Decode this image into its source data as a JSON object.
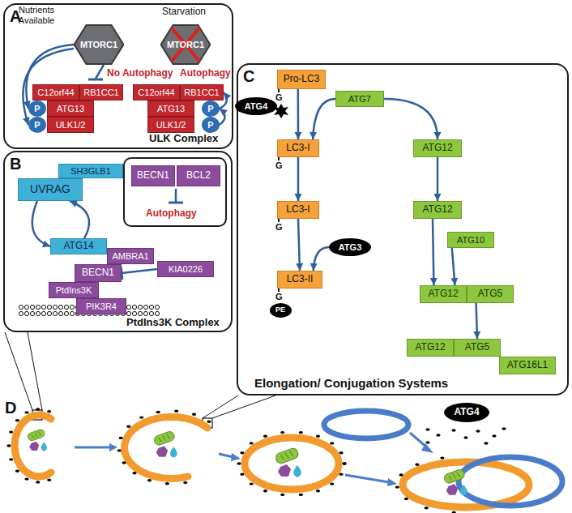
{
  "diagram": {
    "nodes": [
      {
        "text": [
          "A",
          "ULK Complex"
        ]
      },
      {
        "text": [
          "MTORC1"
        ],
        "in": 0
      },
      {
        "text": [
          "MTORC1"
        ],
        "in": 0
      },
      {
        "text": [
          "C12orf44"
        ],
        "in": 0
      },
      {
        "text": [
          "RB1CC1"
        ],
        "in": 0
      },
      {
        "text": [
          "ATG13"
        ],
        "in": 0
      },
      {
        "text": [
          "ULK1/2"
        ],
        "in": 0
      },
      {
        "text": [
          "P"
        ],
        "in": 0
      },
      {
        "text": [
          "P"
        ],
        "in": 0
      },
      {
        "text": [
          "C12orf44"
        ],
        "in": 0
      },
      {
        "text": [
          "RB1CC1"
        ],
        "in": 0
      },
      {
        "text": [
          "ATG13"
        ],
        "in": 0
      },
      {
        "text": [
          "ULK1/2"
        ],
        "in": 0
      },
      {
        "text": [
          "P"
        ],
        "in": 0
      },
      {
        "text": [
          "P"
        ],
        "in": 0
      },
      {
        "text": [
          "B",
          "PtdIns3K Complex"
        ]
      },
      {
        "text": [
          "SH3GLB1"
        ],
        "in": 15
      },
      {
        "text": [
          "UVRAG"
        ],
        "in": 15
      },
      {
        "text": [
          "Autophagy"
        ],
        "in": 15
      },
      {
        "text": [
          "BECN1"
        ],
        "in": 18
      },
      {
        "text": [
          "BCL2"
        ],
        "in": 18
      },
      {
        "text": [
          "ATG14"
        ],
        "in": 15
      },
      {
        "text": [
          "AMBRA1"
        ],
        "in": 15
      },
      {
        "text": [
          "BECN1"
        ],
        "in": 15
      },
      {
        "text": [
          "KIA0226"
        ],
        "in": 15
      },
      {
        "text": [
          "PtdIns3K"
        ],
        "in": 15
      },
      {
        "text": [
          "PIK3R4"
        ],
        "in": 15
      },
      {
        "text": [
          "C",
          "Elongation/ Conjugation Systems"
        ]
      },
      {
        "text": [
          "Pro-LC3"
        ],
        "in": 27
      },
      {
        "text": [
          "ATG4"
        ],
        "in": 27
      },
      {
        "text": [
          "ATG7"
        ],
        "in": 27
      },
      {
        "text": [
          "LC3-I"
        ],
        "in": 27
      },
      {
        "text": [
          "LC3-I"
        ],
        "in": 27
      },
      {
        "text": [
          "ATG3"
        ],
        "in": 27
      },
      {
        "text": [
          "LC3-II"
        ],
        "in": 27
      },
      {
        "text": [
          "PE"
        ],
        "in": 27
      },
      {
        "text": [
          "ATG12"
        ],
        "in": 27
      },
      {
        "text": [
          "ATG12"
        ],
        "in": 27
      },
      {
        "text": [
          "ATG10"
        ],
        "in": 27
      },
      {
        "text": [
          "ATG12"
        ],
        "in": 27
      },
      {
        "text": [
          "ATG5"
        ],
        "in": 27
      },
      {
        "text": [
          "ATG12"
        ],
        "in": 27
      },
      {
        "text": [
          "ATG5"
        ],
        "in": 27
      },
      {
        "text": [
          "ATG16L1"
        ],
        "in": 27
      },
      {
        "text": [
          "ATG4"
        ]
      }
    ],
    "edges": [
      {
        "from": 1,
        "to": 7,
        "arrow": "to"
      },
      {
        "from": 1,
        "to": 8,
        "arrow": "to"
      },
      {
        "from": 14,
        "to": 13,
        "arrow": "to"
      },
      {
        "from": 13,
        "to": 10,
        "arrow": "to"
      },
      {
        "from": 17,
        "to": 21,
        "arrow": "to"
      },
      {
        "from": 21,
        "to": 17,
        "arrow": "to"
      },
      {
        "from": 24,
        "to": 23,
        "arrow": "to"
      },
      {
        "from": 28,
        "to": 31,
        "arrow": "to"
      },
      {
        "from": 31,
        "to": 32,
        "arrow": "to"
      },
      {
        "from": 32,
        "to": 34,
        "arrow": "to"
      },
      {
        "from": 30,
        "to": 31,
        "arrow": "to"
      },
      {
        "from": 30,
        "to": 36,
        "arrow": "to"
      },
      {
        "from": 36,
        "to": 37,
        "arrow": "to"
      },
      {
        "from": 33,
        "to": 34,
        "arrow": "to"
      },
      {
        "from": 37,
        "to": 39,
        "arrow": "to"
      },
      {
        "from": 38,
        "to": 39,
        "arrow": "to"
      },
      {
        "from": 40,
        "to": 42,
        "arrow": "to"
      }
    ],
    "labels": [
      "Nutrients Available",
      "Starvation",
      "No Autophagy",
      "Autophagy",
      "G",
      "G",
      "G",
      "G",
      "D"
    ]
  }
}
